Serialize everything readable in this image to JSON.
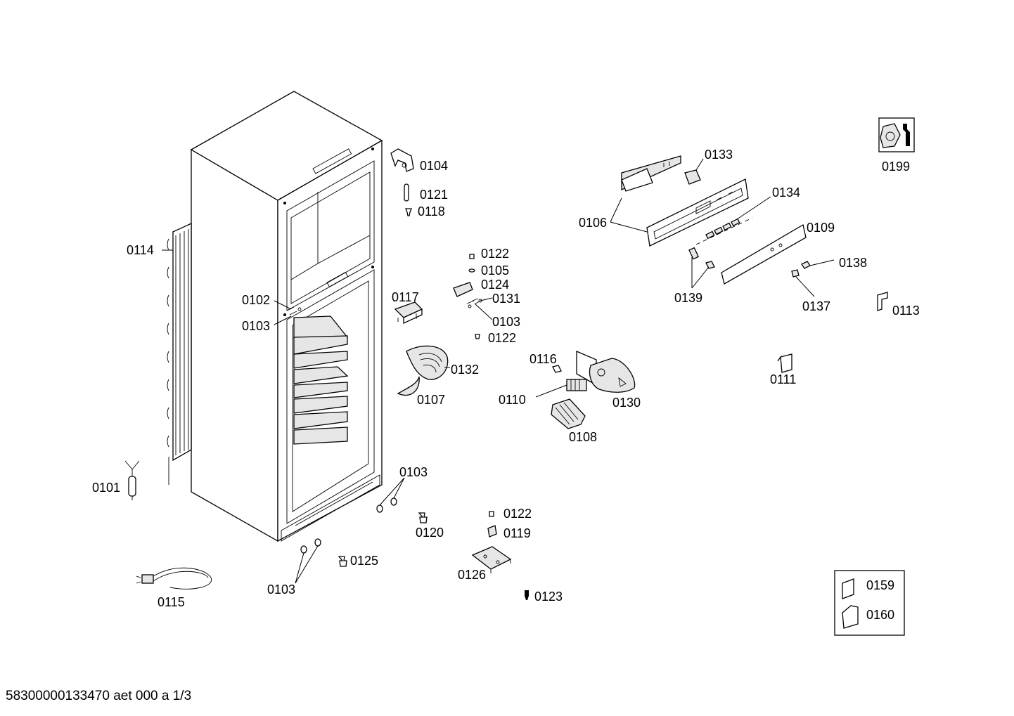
{
  "labels": {
    "p0101": "0101",
    "p0102": "0102",
    "p0103a": "0103",
    "p0103b": "0103",
    "p0103c": "0103",
    "p0103d": "0103",
    "p0104": "0104",
    "p0105": "0105",
    "p0106": "0106",
    "p0107": "0107",
    "p0108": "0108",
    "p0109": "0109",
    "p0110": "0110",
    "p0111": "0111",
    "p0113": "0113",
    "p0114": "0114",
    "p0115": "0115",
    "p0116": "0116",
    "p0117": "0117",
    "p0118": "0118",
    "p0119": "0119",
    "p0120": "0120",
    "p0121": "0121",
    "p0122a": "0122",
    "p0122b": "0122",
    "p0122c": "0122",
    "p0123": "0123",
    "p0124": "0124",
    "p0125": "0125",
    "p0126": "0126",
    "p0130": "0130",
    "p0131": "0131",
    "p0132": "0132",
    "p0133": "0133",
    "p0134": "0134",
    "p0137": "0137",
    "p0138": "0138",
    "p0139": "0139",
    "p0159": "0159",
    "p0160": "0160",
    "p0199": "0199"
  },
  "footer": "58300000133470 aet 000 a 1/3",
  "icons": {
    "service": "wrench-nut-icon",
    "document": "document-icon"
  }
}
